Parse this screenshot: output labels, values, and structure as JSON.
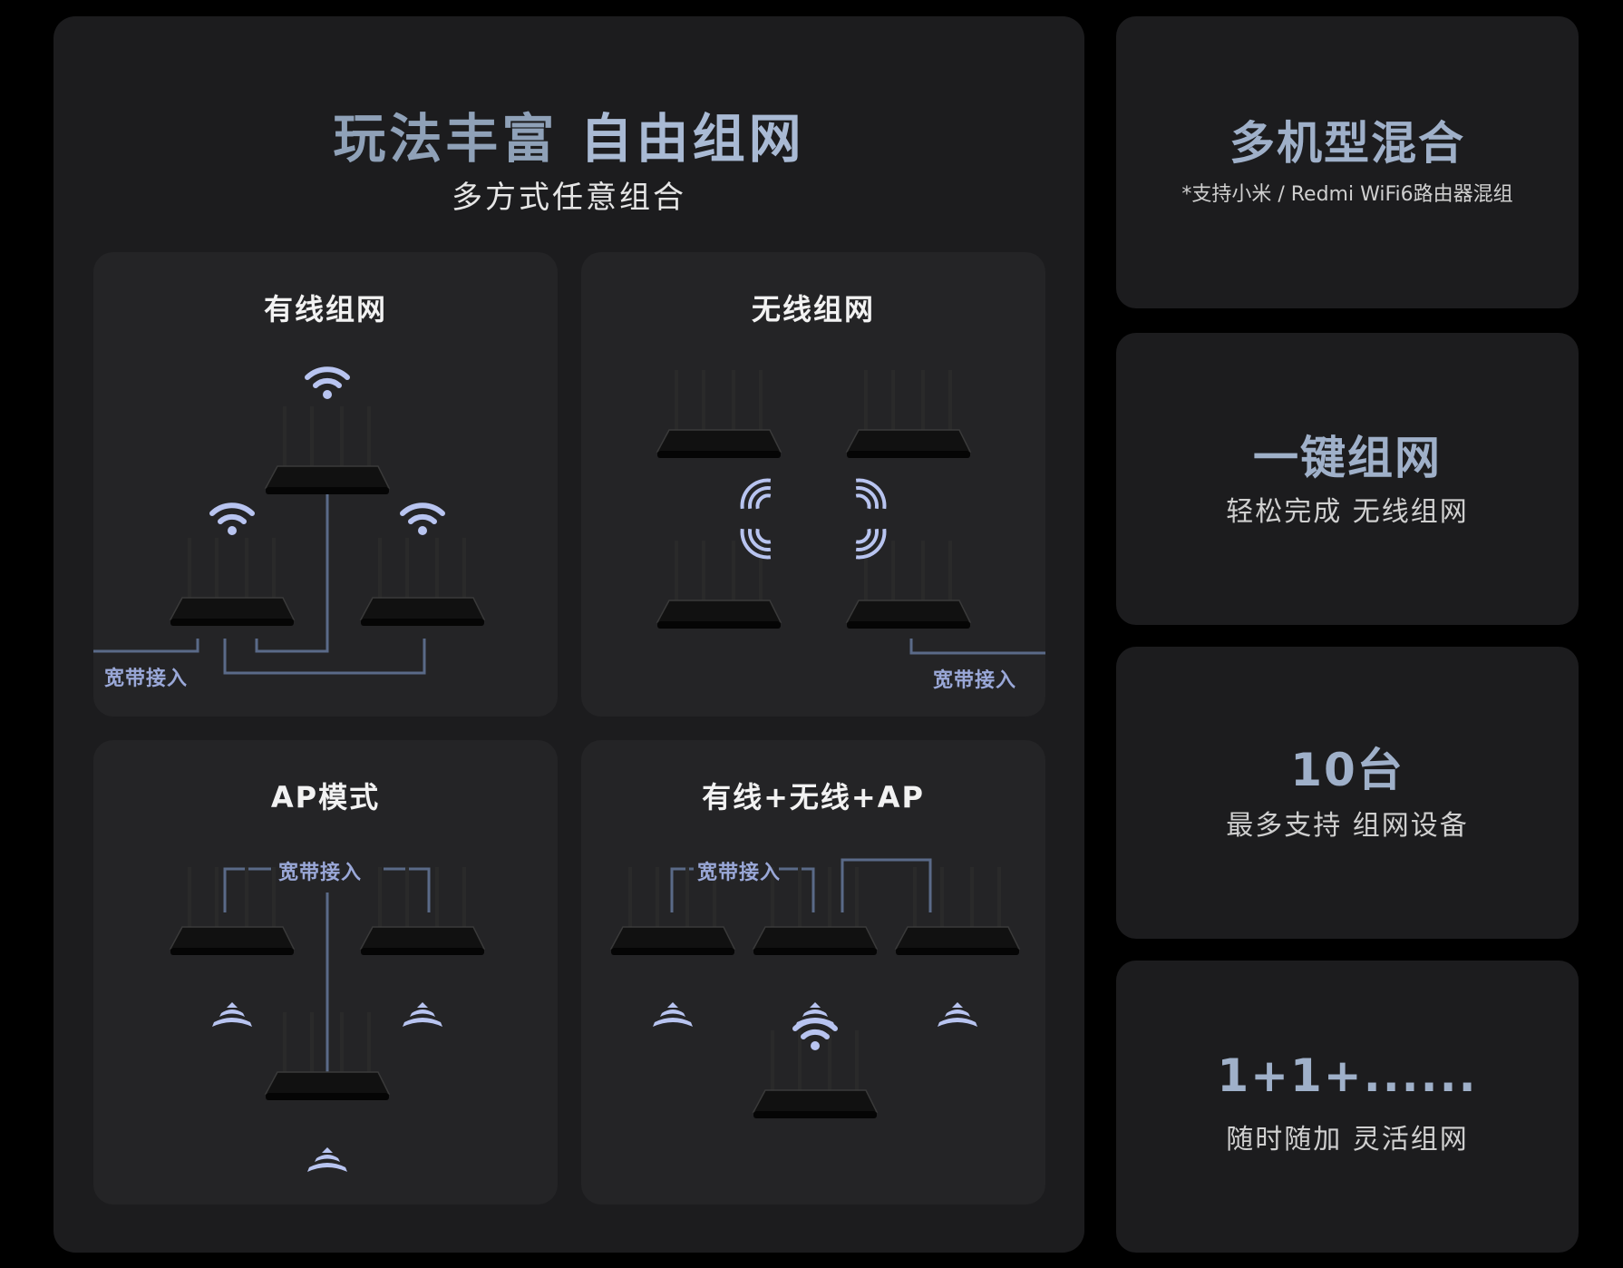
{
  "header": {
    "title_part1": "玩法丰富",
    "title_part2": "自由组网",
    "subtitle": "多方式任意组合"
  },
  "modes": [
    {
      "title": "有线组网",
      "wan_label": "宽带接入"
    },
    {
      "title": "无线组网",
      "wan_label": "宽带接入"
    },
    {
      "title": "AP模式",
      "wan_label": "宽带接入"
    },
    {
      "title": "有线+无线+AP",
      "wan_label": "宽带接入"
    }
  ],
  "features": [
    {
      "title": "多机型混合",
      "note": "*支持小米 / Redmi WiFi6路由器混组"
    },
    {
      "title": "一键组网",
      "subtitle": "轻松完成 无线组网"
    },
    {
      "title": "10台",
      "subtitle": "最多支持 组网设备"
    },
    {
      "title": "1+1+......",
      "subtitle": "随时随加 灵活组网"
    }
  ],
  "colors": {
    "title_blue": "#a9bad4",
    "wan_label": "#9aa8d8",
    "wifi_icon": "#b8c4f0",
    "cable_line": "#5a6a88",
    "router_body": "#0d0d0d",
    "card_bg": "#242426",
    "panel_bg": "#1c1c1e"
  }
}
